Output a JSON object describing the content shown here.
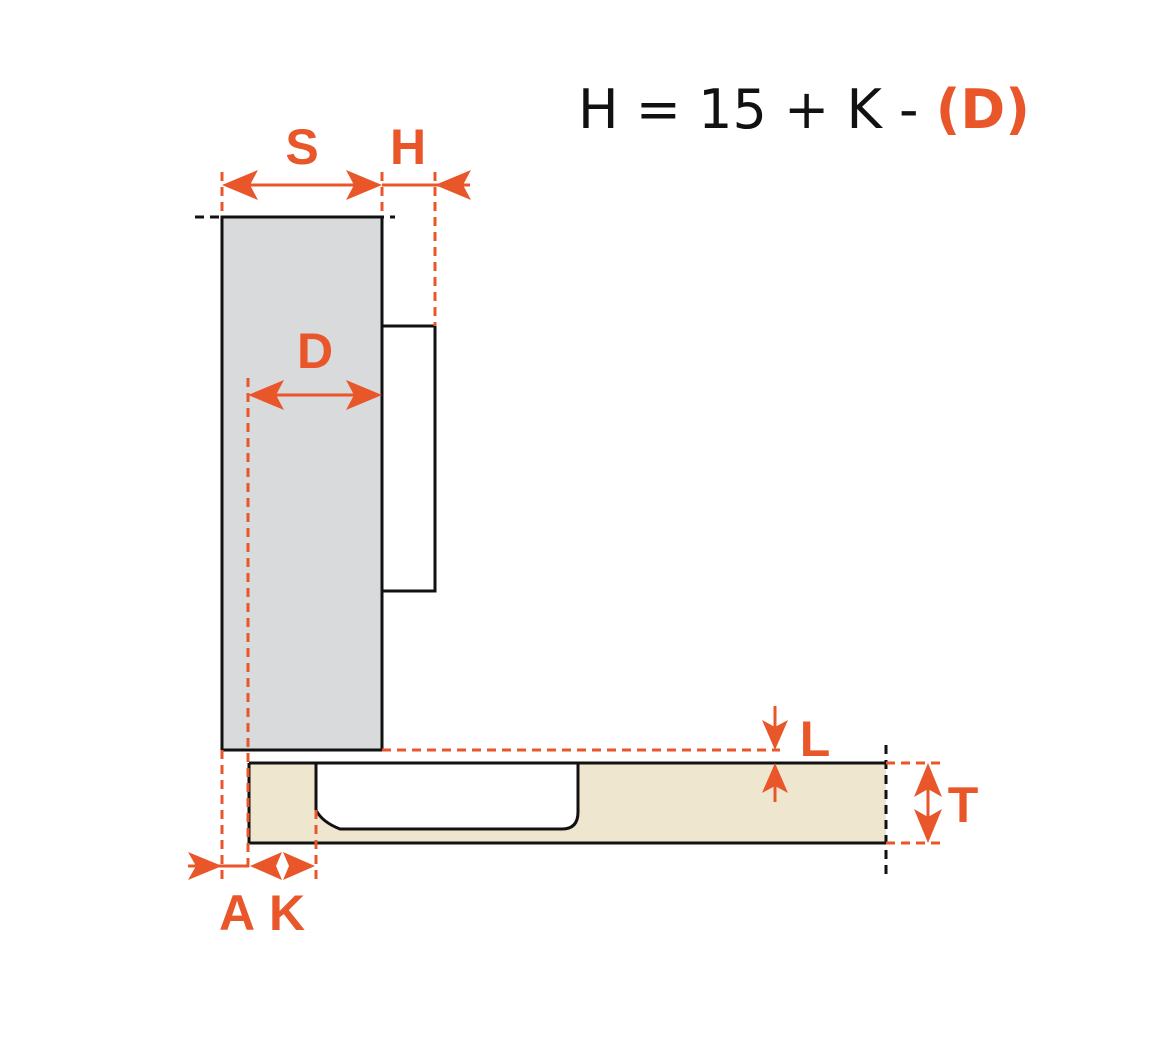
{
  "formula": {
    "main": "H = 15 + K - ",
    "highlight": "(D)"
  },
  "labels": {
    "S": "S",
    "H": "H",
    "D": "D",
    "L": "L",
    "T": "T",
    "A": "A",
    "K": "K"
  },
  "colors": {
    "accent": "#e8562a",
    "door": "#d9dadb",
    "board": "#efe6d0",
    "line": "#111111"
  }
}
